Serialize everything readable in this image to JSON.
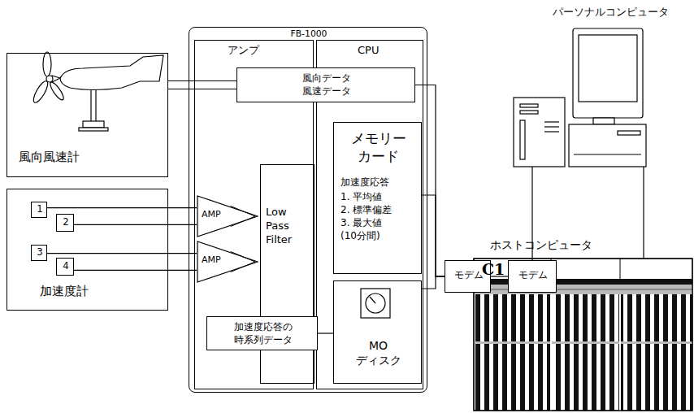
{
  "diagram": {
    "nodes": [
      {
        "text": [
          "風向風速計"
        ]
      },
      {
        "text": [
          "加速度計"
        ]
      },
      {
        "text": [
          "1"
        ],
        "in": 1
      },
      {
        "text": [
          "2"
        ],
        "in": 1
      },
      {
        "text": [
          "3"
        ],
        "in": 1
      },
      {
        "text": [
          "4"
        ],
        "in": 1
      },
      {
        "text": [
          "FB-1000"
        ]
      },
      {
        "text": [
          "アンプ"
        ],
        "in": 6
      },
      {
        "text": [
          "CPU"
        ],
        "in": 6
      },
      {
        "text": [
          "風向データ 風速データ"
        ],
        "in": 6
      },
      {
        "text": [
          "AMP"
        ],
        "in": 7
      },
      {
        "text": [
          "AMP"
        ],
        "in": 7
      },
      {
        "text": [
          "Low Pass Filter"
        ],
        "in": 7
      },
      {
        "text": [
          "メモリー カード",
          "加速度応答",
          "1. 平均値",
          "2. 標準偏差",
          "3. 最大値",
          "(10分間)"
        ],
        "in": 8
      },
      {
        "text": [
          "MO ディスク"
        ],
        "in": 8
      },
      {
        "text": [
          "加速度応答の 時系列データ"
        ],
        "in": 6
      },
      {
        "text": [
          "モデム"
        ]
      },
      {
        "text": [
          "モデム"
        ]
      },
      {
        "text": [
          "パーソナルコンピュータ"
        ]
      },
      {
        "text": [
          "ホストコンピュータ",
          "C1"
        ]
      }
    ],
    "edges": [
      {
        "from": 0,
        "to": 9,
        "arrow": "none"
      },
      {
        "from": 2,
        "to": 10,
        "arrow": "none"
      },
      {
        "from": 3,
        "to": 10,
        "arrow": "none"
      },
      {
        "from": 4,
        "to": 11,
        "arrow": "none"
      },
      {
        "from": 5,
        "to": 11,
        "arrow": "none"
      },
      {
        "from": 9,
        "to": 16,
        "arrow": "none"
      },
      {
        "from": 13,
        "to": 16,
        "arrow": "none"
      },
      {
        "from": 14,
        "to": 16,
        "arrow": "none"
      },
      {
        "from": 15,
        "to": 14,
        "arrow": "none"
      },
      {
        "from": 16,
        "to": 17,
        "arrow": "none"
      },
      {
        "from": 17,
        "to": 18,
        "arrow": "none"
      },
      {
        "from": 18,
        "to": 19,
        "arrow": "none"
      }
    ]
  }
}
